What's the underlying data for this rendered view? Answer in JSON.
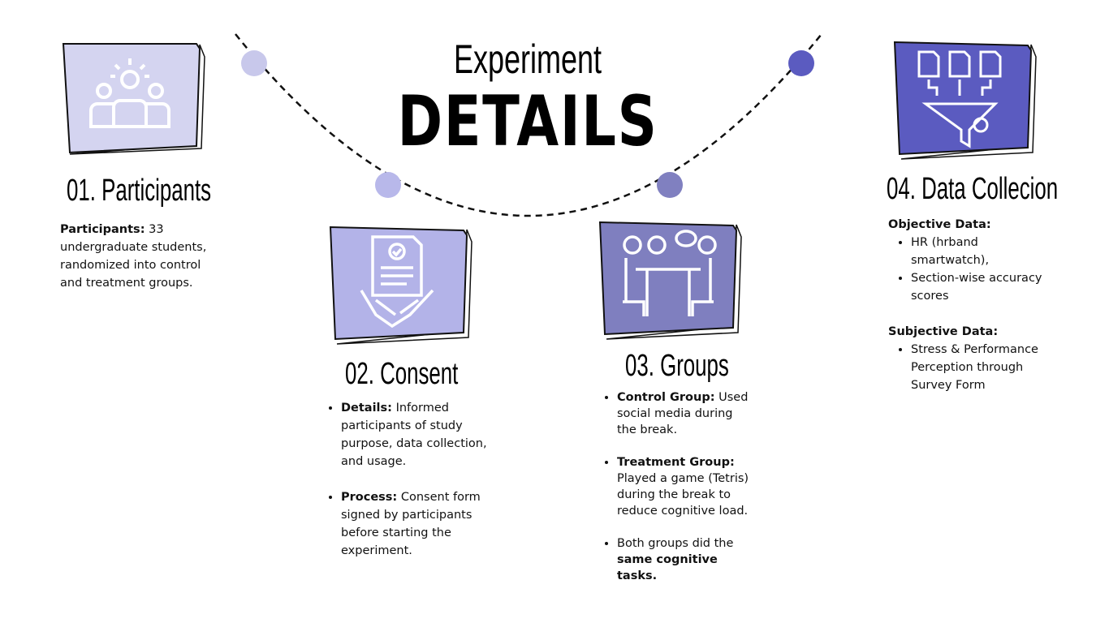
{
  "title": {
    "line1": "Experiment",
    "line2": "DETAILS"
  },
  "colors": {
    "step1": "#d4d4f0",
    "step2": "#b3b3e8",
    "step3": "#7f7fbf",
    "step4": "#5b5bc0"
  },
  "steps": [
    {
      "heading": "01. Participants",
      "icon": "people-icon",
      "label": "Participants:",
      "text": " 33 undergraduate students, randomized into control and treatment groups."
    },
    {
      "heading": "02. Consent",
      "icon": "contract-handshake-icon",
      "items": [
        {
          "label": "Details:",
          "text": " Informed participants of study purpose, data collection, and usage."
        },
        {
          "label": "Process:",
          "text": " Consent form signed by participants before starting the experiment."
        }
      ]
    },
    {
      "heading": "03. Groups",
      "icon": "meeting-table-icon",
      "items": [
        {
          "label": "Control Group:",
          "text": " Used social media during the break."
        },
        {
          "label": "Treatment Group:",
          "text": " Played a game (Tetris) during the break to reduce cognitive load."
        },
        {
          "pre": "Both groups did the ",
          "label": "same cognitive tasks."
        }
      ]
    },
    {
      "heading": "04. Data Collecion",
      "icon": "data-funnel-icon",
      "objective_label": "Objective Data:",
      "objective": [
        "HR (hrband smartwatch),",
        "Section-wise accuracy scores"
      ],
      "subjective_label": "Subjective Data:",
      "subjective": [
        "Stress & Performance Perception through Survey Form"
      ]
    }
  ]
}
